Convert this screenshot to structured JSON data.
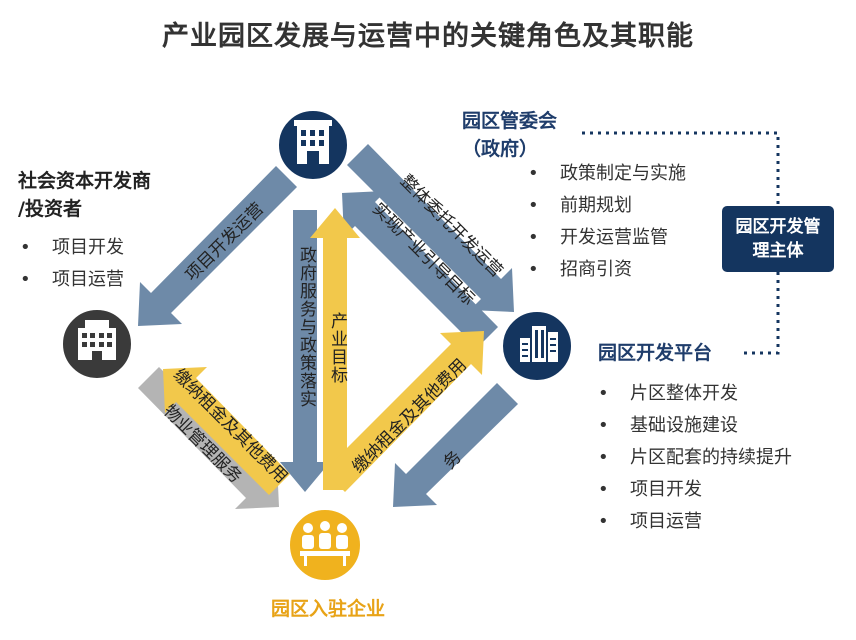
{
  "title": "产业园区发展与运营中的关键角色及其职能",
  "roles": {
    "government": {
      "name_line1": "园区管委会",
      "name_line2": "（政府）",
      "items": [
        "政策制定与实施",
        "前期规划",
        "开发运营监管",
        "招商引资"
      ]
    },
    "investor": {
      "name_line1": "社会资本开发商",
      "name_line2": "/投资者",
      "items": [
        "项目开发",
        "项目运营"
      ]
    },
    "platform": {
      "name": "园区开发平台",
      "items": [
        "片区整体开发",
        "基础设施建设",
        "片区配套的持续提升",
        "项目开发",
        "项目运营"
      ]
    },
    "enterprise": {
      "name": "园区入驻企业"
    }
  },
  "management_box": "园区开发管理主体",
  "arrows": {
    "gov_to_investor": "项目开发运营",
    "gov_to_platform": "整体委托开发运营",
    "platform_to_gov": "实现产业引导目标",
    "gov_to_enterprise": "政府服务与政策落实",
    "enterprise_to_gov": "产业目标",
    "investor_to_enterprise": "物业管理服务",
    "enterprise_to_investor": "缴纳租金及其他费用",
    "enterprise_to_platform": "缴纳租金及其他费用",
    "platform_to_enterprise": "务"
  },
  "colors": {
    "navy": "#14355f",
    "slate": "#6e8aa8",
    "gold": "#f2c84b",
    "gray": "#b4b4b4",
    "dark": "#3a3a3a",
    "enterprise": "#f0b21e"
  },
  "icons": [
    "government-building-icon",
    "office-building-icon",
    "platform-building-icon",
    "meeting-people-icon"
  ]
}
